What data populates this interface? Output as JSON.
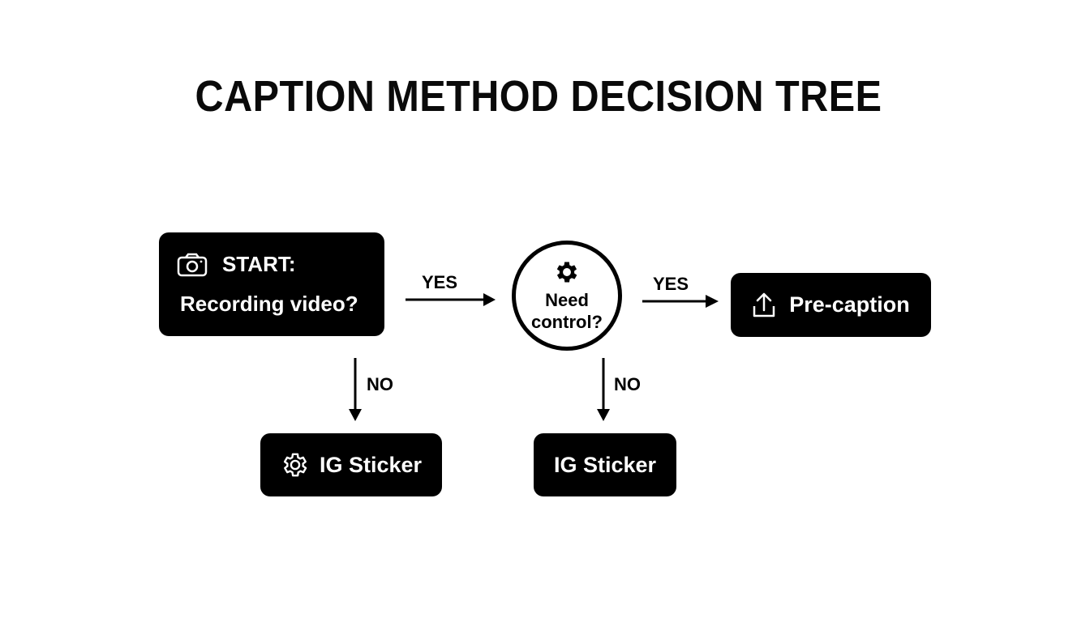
{
  "title": "CAPTION METHOD DECISION TREE",
  "nodes": {
    "start": {
      "prefix": "START:",
      "question": "Recording video?",
      "icon": "camera-icon"
    },
    "decision": {
      "line1": "Need",
      "line2": "control?",
      "icon": "gear-icon"
    },
    "pre_caption": {
      "label": "Pre-caption",
      "icon": "upload-icon"
    },
    "ig_sticker_left": {
      "label": "IG Sticker",
      "icon": "gear-outline-icon"
    },
    "ig_sticker_right": {
      "label": "IG Sticker"
    }
  },
  "edges": {
    "start_to_decision": "YES",
    "start_to_ig_left": "NO",
    "decision_to_pre": "YES",
    "decision_to_ig_right": "NO"
  },
  "colors": {
    "node_fill": "#000000",
    "node_text": "#ffffff",
    "background": "#ffffff"
  }
}
